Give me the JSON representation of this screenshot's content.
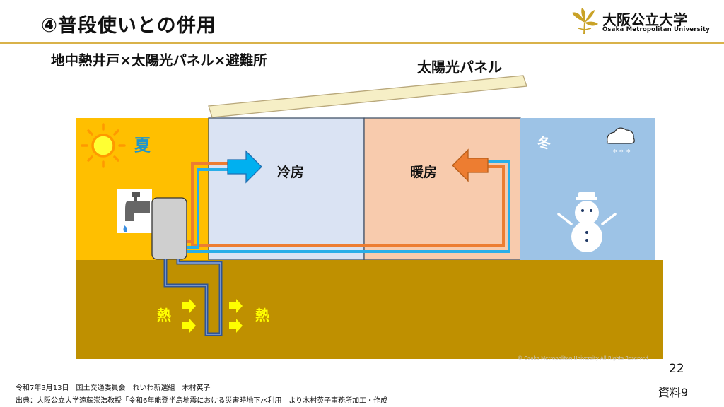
{
  "slide": {
    "title": "④普段使いとの併用",
    "subtitle": "地中熱井戸×太陽光パネル×避難所"
  },
  "logo": {
    "name_jp": "大阪公立大学",
    "name_en": "Osaka Metropolitan University",
    "icon": "ginkgo-leaf-icon",
    "color": "#c9a227"
  },
  "diagram": {
    "solar_panel_label": "太陽光パネル",
    "summer_label": "夏",
    "winter_label": "冬",
    "cooling_label": "冷房",
    "heating_label": "暖房",
    "heat_label_left": "熱",
    "heat_label_right": "熱",
    "icons": [
      "sun-icon",
      "faucet-icon",
      "water-drop-icon",
      "heat-pump-unit",
      "snow-cloud-icon",
      "snowman-icon",
      "right-arrow-icon",
      "left-arrow-icon"
    ],
    "colors": {
      "summer": "#ffbf00",
      "cooling_room": "#dae3f3",
      "heating_room": "#f8cbad",
      "winter": "#9dc3e6",
      "ground": "#bf9000",
      "cool_pipe": "#29aee8",
      "warm_pipe": "#ed7d31",
      "well_pipe": "#4472c4",
      "heat_text": "#ffff00"
    }
  },
  "watermark": "© Osaka Metropolitan University All Rights Reserved",
  "footer": {
    "page_number": "22",
    "doc_label": "資料9",
    "line1": "令和7年3月13日　国土交通委員会　れいわ新選組　木村英子",
    "line2": "出典：大阪公立大学遠藤崇浩教授「令和6年能登半島地震における災害時地下水利用」より木村英子事務所加工・作成"
  }
}
